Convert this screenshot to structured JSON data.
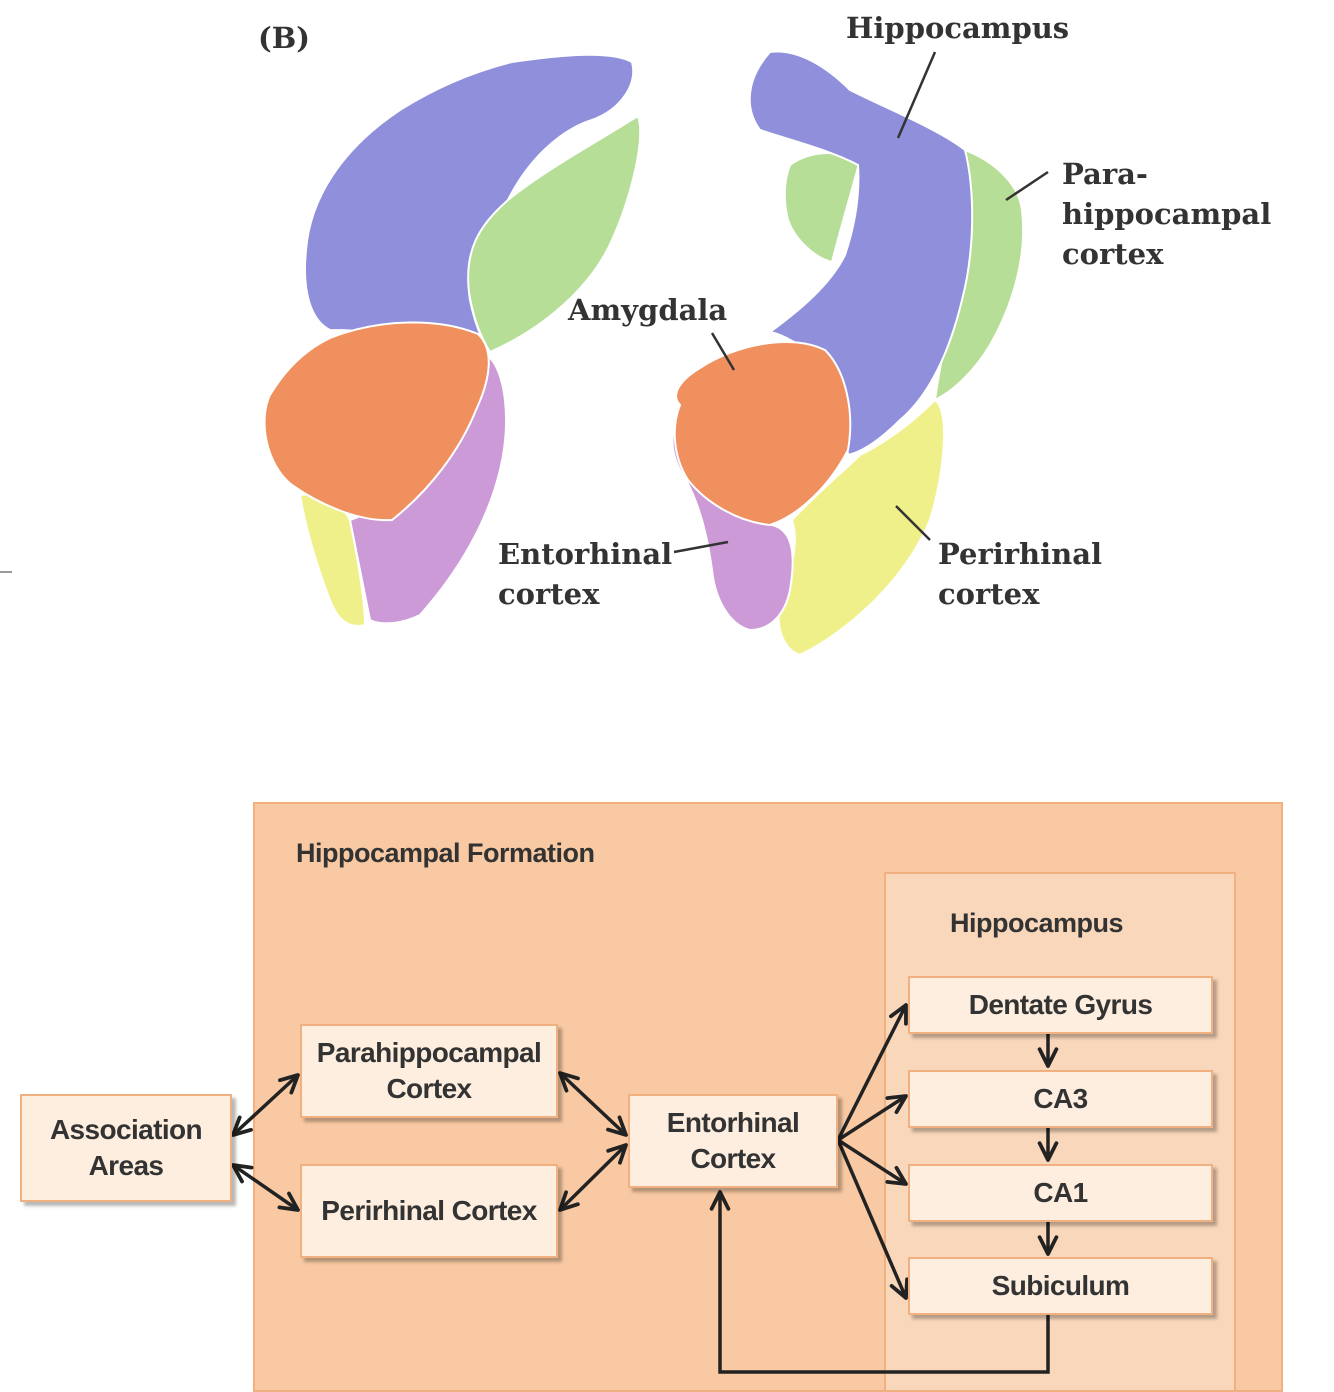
{
  "panel_label": "(B)",
  "anatomy_labels": {
    "hippocampus": "Hippocampus",
    "parahippocampal": "Para-\nhippocampal\ncortex",
    "amygdala": "Amygdala",
    "entorhinal": "Entorhinal\ncortex",
    "perirhinal": "Perirhinal\ncortex"
  },
  "region_colors": {
    "hippocampus": "#8f8fdc",
    "parahippocampal": "#b6de96",
    "amygdala": "#f0905e",
    "entorhinal": "#cc9ad6",
    "perirhinal": "#f0f08a"
  },
  "flow": {
    "formation_title": "Hippocampal Formation",
    "hippocampus_title": "Hippocampus",
    "association": "Association\nAreas",
    "parahippocampal": "Parahippocampal\nCortex",
    "perirhinal": "Perirhinal Cortex",
    "entorhinal": "Entorhinal\nCortex",
    "dentate": "Dentate Gyrus",
    "ca3": "CA3",
    "ca1": "CA1",
    "subiculum": "Subiculum"
  }
}
